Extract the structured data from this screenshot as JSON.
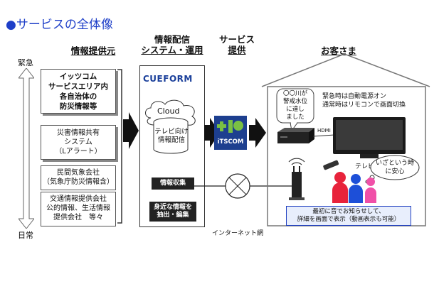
{
  "title": "●サービスの全体像",
  "headers": {
    "sources": "情報提供元",
    "distribution_line1": "情報配信",
    "distribution_line2": "システム・運用",
    "service_line1": "サービス",
    "service_line2": "提供",
    "customers": "お客さま"
  },
  "axis": {
    "top": "緊急",
    "bottom": "日常"
  },
  "sources": [
    {
      "lines": [
        "イッツコム",
        "サービスエリア内",
        "各自治体の",
        "防災情報等"
      ]
    },
    {
      "lines": [
        "災害情報共有",
        "システム",
        "（Lアラート）"
      ]
    },
    {
      "lines": [
        "民間気象会社",
        "（気象庁防災情報含）"
      ]
    },
    {
      "lines": [
        "交通情報提供会社",
        "公的情報、生活情報",
        "提供会社　等々"
      ]
    }
  ],
  "distribution": {
    "logo": "CUEFORM",
    "cloud": "Cloud",
    "cylinder_lines": [
      "テレビ向け",
      "情報配信"
    ],
    "collect": "情報収集",
    "extract_lines": [
      "身近な情報を",
      "抽出・編集"
    ]
  },
  "service": {
    "logo": "iTSCOM"
  },
  "network": "インターネット網",
  "customers": {
    "bubble_lines": [
      "〇〇川が",
      "警戒水位",
      "に達し",
      "ました"
    ],
    "top_note_lines": [
      "緊急時は自動電源オン",
      "通常時はリモコンで画面切換"
    ],
    "hdmi": "HDMI",
    "tv": "テレビ",
    "thought_lines": [
      "いざという時",
      "に安心"
    ],
    "note_lines": [
      "最初に音でお知らせして、",
      "詳細を画面で表示（動画表示も可能）"
    ]
  },
  "colors": {
    "title": "#1e3fc8",
    "itscom_bg": "#1d3f8f",
    "itscom_green": "#7ac143",
    "person_red": "#e8233b",
    "person_blue": "#1d4fd8",
    "person_pink": "#f050a8",
    "note_bg": "#e8eefc",
    "note_border": "#2040c0"
  }
}
